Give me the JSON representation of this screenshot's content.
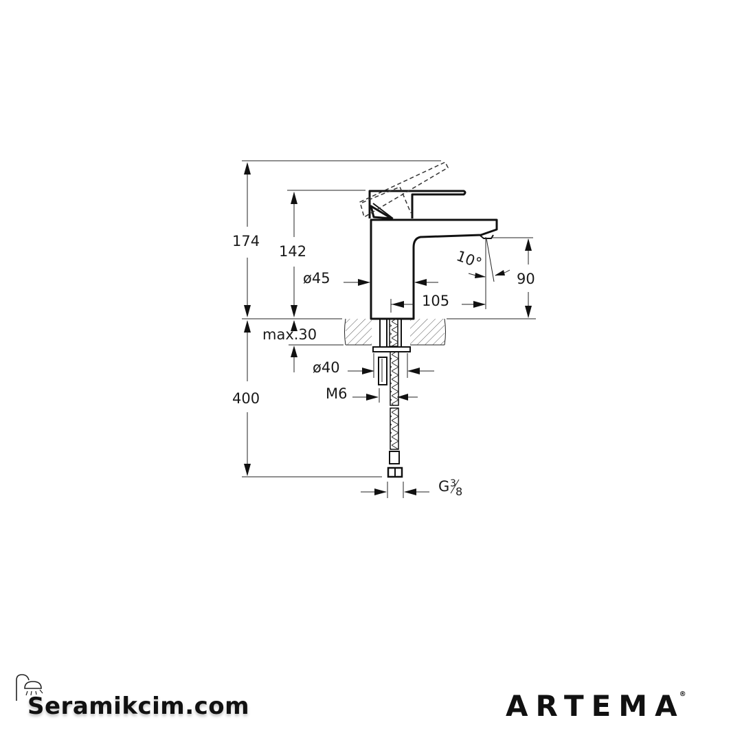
{
  "diagram": {
    "type": "technical-drawing",
    "subject": "single-lever basin mixer faucet",
    "units": "mm",
    "dimensions": {
      "total_height": "174",
      "body_height": "142",
      "body_diameter": "ø45",
      "spout_reach": "105",
      "spout_height": "90",
      "spout_angle": "10°",
      "max_counter_thickness": "max.30",
      "mount_diameter": "ø40",
      "stud_thread": "M6",
      "hose_length": "400",
      "hose_connector": "G3/8",
      "hose_connector_G": "G",
      "hose_connector_num": "3",
      "hose_connector_den": "8"
    }
  },
  "footer": {
    "left_logo": {
      "text": "Seramikcim.com",
      "icon": "shower-head-icon"
    },
    "right_logo": {
      "text": "ARTEMA",
      "mark": "®"
    }
  }
}
